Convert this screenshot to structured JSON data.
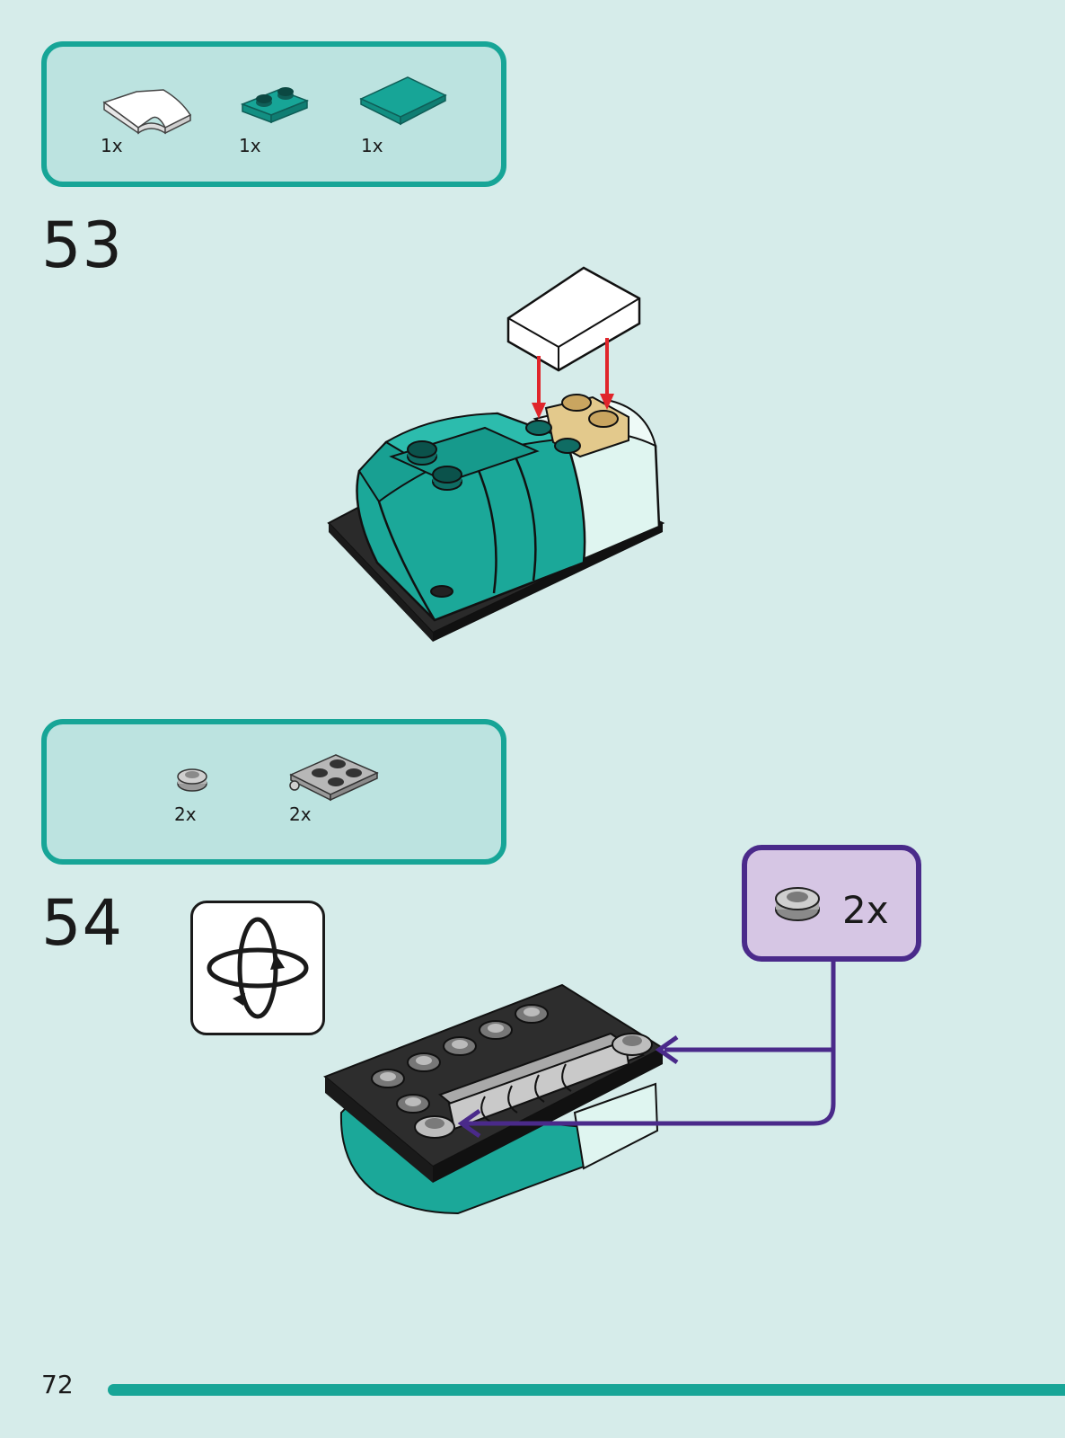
{
  "step53": {
    "number": "53",
    "parts": [
      {
        "icon": "white-curved-slope-icon",
        "qty": "1x"
      },
      {
        "icon": "teal-plate-1x2-icon",
        "qty": "1x"
      },
      {
        "icon": "teal-tile-2x2-icon",
        "qty": "1x"
      }
    ]
  },
  "step54": {
    "number": "54",
    "parts": [
      {
        "icon": "gray-round-plate-icon",
        "qty": "2x"
      },
      {
        "icon": "gray-hinge-plate-icon",
        "qty": "2x"
      }
    ],
    "callout": {
      "icon": "gray-round-plate-icon",
      "qty": "2x"
    }
  },
  "page_number": "72",
  "colors": {
    "teal": "#17a597",
    "background": "#d6ecea",
    "callout_purple": "#4a2a8a",
    "arrow_red": "#e0252b"
  }
}
